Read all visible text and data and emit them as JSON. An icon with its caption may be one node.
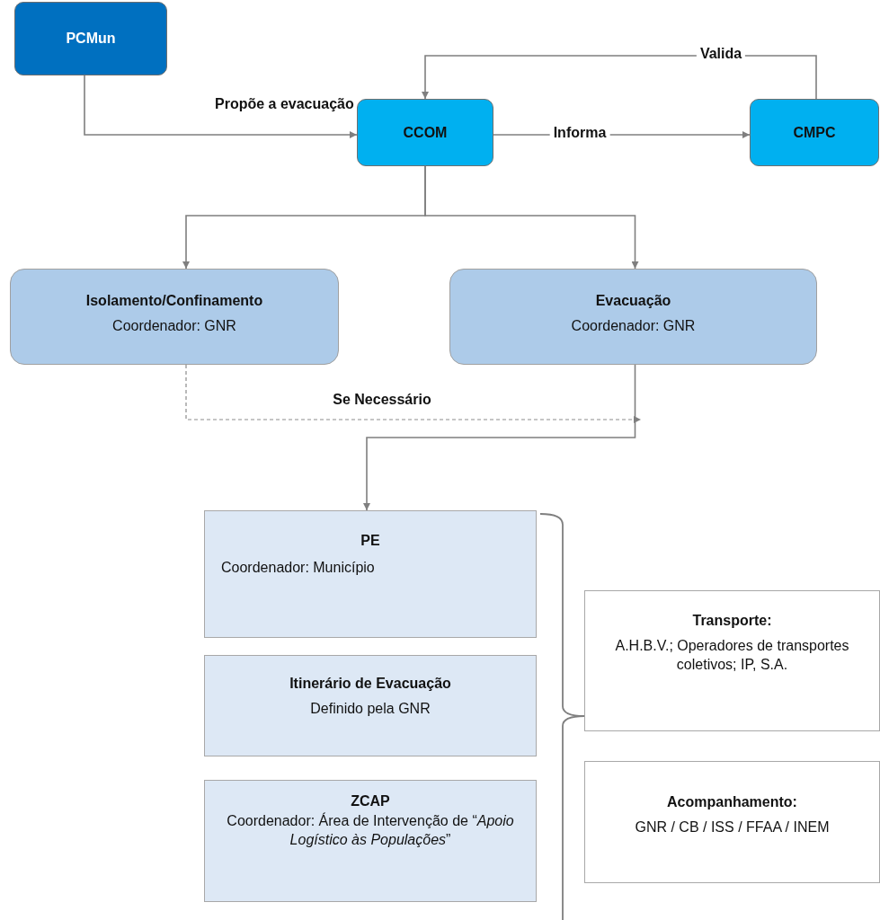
{
  "diagram": {
    "nodes": [
      {
        "text": [
          "PCMun"
        ]
      },
      {
        "text": [
          "CCOM"
        ]
      },
      {
        "text": [
          "CMPC"
        ]
      },
      {
        "text": [
          "Isolamento/Confinamento",
          "Coordenador: GNR"
        ]
      },
      {
        "text": [
          "Evacuação",
          "Coordenador: GNR"
        ]
      },
      {
        "text": [
          "PE",
          "Coordenador: Município"
        ]
      },
      {
        "text": [
          "Itinerário de Evacuação",
          "Definido pela GNR"
        ]
      },
      {
        "text": [
          "ZCAP",
          "Coordenador: Área de Intervenção de “*Apoio Logístico às Populações*”"
        ]
      },
      {
        "text": [
          "Transporte:",
          "A.H.B.V.; Operadores de transportes coletivos; IP, S.A."
        ]
      },
      {
        "text": [
          "Acompanhamento:",
          "GNR / CB / ISS / FFAA / INEM"
        ]
      }
    ],
    "edges": [
      {
        "from": 0,
        "to": 1,
        "arrow": "to",
        "label": "Propõe a evacuação"
      },
      {
        "from": 1,
        "to": 2,
        "arrow": "to",
        "label": "Informa"
      },
      {
        "from": 2,
        "to": 1,
        "arrow": "to",
        "label": "Valida"
      },
      {
        "from": 1,
        "to": 3,
        "arrow": "to"
      },
      {
        "from": 1,
        "to": 4,
        "arrow": "to"
      },
      {
        "from": 3,
        "to": null,
        "arrow": "to",
        "label": "Se Necessário",
        "style": "dashed"
      },
      {
        "from": 4,
        "to": 5,
        "arrow": "to"
      }
    ]
  }
}
